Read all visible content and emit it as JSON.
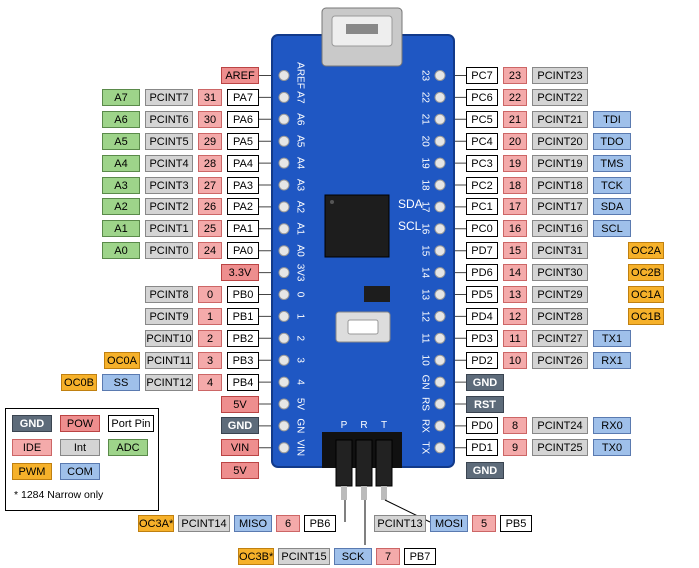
{
  "colors": {
    "pin": "#ffffff",
    "num": "#f4aaaa",
    "int": "#d4d4d4",
    "adc": "#9ed48a",
    "com": "#9fc0ea",
    "pwm": "#f6b12a",
    "pow": "#ee8e8e",
    "gnd": "#5d6b7a",
    "board": "#1f57c3"
  },
  "left_rows": [
    {
      "key": "aref",
      "cells": [
        {
          "t": "AREF",
          "c": "pow"
        }
      ]
    },
    {
      "key": "pa7",
      "cells": [
        {
          "t": "A7",
          "c": "adc"
        },
        {
          "t": "PCINT7",
          "c": "int"
        },
        {
          "t": "31",
          "c": "num"
        },
        {
          "t": "PA7",
          "c": "pin"
        }
      ]
    },
    {
      "key": "pa6",
      "cells": [
        {
          "t": "A6",
          "c": "adc"
        },
        {
          "t": "PCINT6",
          "c": "int"
        },
        {
          "t": "30",
          "c": "num"
        },
        {
          "t": "PA6",
          "c": "pin"
        }
      ]
    },
    {
      "key": "pa5",
      "cells": [
        {
          "t": "A5",
          "c": "adc"
        },
        {
          "t": "PCINT5",
          "c": "int"
        },
        {
          "t": "29",
          "c": "num"
        },
        {
          "t": "PA5",
          "c": "pin"
        }
      ]
    },
    {
      "key": "pa4",
      "cells": [
        {
          "t": "A4",
          "c": "adc"
        },
        {
          "t": "PCINT4",
          "c": "int"
        },
        {
          "t": "28",
          "c": "num"
        },
        {
          "t": "PA4",
          "c": "pin"
        }
      ]
    },
    {
      "key": "pa3",
      "cells": [
        {
          "t": "A3",
          "c": "adc"
        },
        {
          "t": "PCINT3",
          "c": "int"
        },
        {
          "t": "27",
          "c": "num"
        },
        {
          "t": "PA3",
          "c": "pin"
        }
      ]
    },
    {
      "key": "pa2",
      "cells": [
        {
          "t": "A2",
          "c": "adc"
        },
        {
          "t": "PCINT2",
          "c": "int"
        },
        {
          "t": "26",
          "c": "num"
        },
        {
          "t": "PA2",
          "c": "pin"
        }
      ]
    },
    {
      "key": "pa1",
      "cells": [
        {
          "t": "A1",
          "c": "adc"
        },
        {
          "t": "PCINT1",
          "c": "int"
        },
        {
          "t": "25",
          "c": "num"
        },
        {
          "t": "PA1",
          "c": "pin"
        }
      ]
    },
    {
      "key": "pa0",
      "cells": [
        {
          "t": "A0",
          "c": "adc"
        },
        {
          "t": "PCINT0",
          "c": "int"
        },
        {
          "t": "24",
          "c": "num"
        },
        {
          "t": "PA0",
          "c": "pin"
        }
      ]
    },
    {
      "key": "3v3",
      "cells": [
        {
          "t": "3.3V",
          "c": "pow"
        }
      ]
    },
    {
      "key": "pb0",
      "cells": [
        {
          "t": "PCINT8",
          "c": "int"
        },
        {
          "t": "0",
          "c": "num"
        },
        {
          "t": "PB0",
          "c": "pin"
        }
      ]
    },
    {
      "key": "pb1",
      "cells": [
        {
          "t": "PCINT9",
          "c": "int"
        },
        {
          "t": "1",
          "c": "num"
        },
        {
          "t": "PB1",
          "c": "pin"
        }
      ]
    },
    {
      "key": "pb2",
      "cells": [
        {
          "t": "PCINT10",
          "c": "int"
        },
        {
          "t": "2",
          "c": "num"
        },
        {
          "t": "PB2",
          "c": "pin"
        }
      ]
    },
    {
      "key": "pb3",
      "cells": [
        {
          "t": "OC0A",
          "c": "pwm"
        },
        {
          "t": "PCINT11",
          "c": "int"
        },
        {
          "t": "3",
          "c": "num"
        },
        {
          "t": "PB3",
          "c": "pin"
        }
      ]
    },
    {
      "key": "pb4",
      "cells": [
        {
          "t": "OC0B",
          "c": "pwm"
        },
        {
          "t": "SS",
          "c": "com"
        },
        {
          "t": "PCINT12",
          "c": "int"
        },
        {
          "t": "4",
          "c": "num"
        },
        {
          "t": "PB4",
          "c": "pin"
        }
      ]
    },
    {
      "key": "5v",
      "cells": [
        {
          "t": "5V",
          "c": "pow"
        }
      ]
    },
    {
      "key": "gnd",
      "cells": [
        {
          "t": "GND",
          "c": "gnd"
        }
      ]
    },
    {
      "key": "vin",
      "cells": [
        {
          "t": "VIN",
          "c": "pow"
        }
      ]
    }
  ],
  "right_rows": [
    {
      "key": "pc7",
      "cells": [
        {
          "t": "PC7",
          "c": "pin"
        },
        {
          "t": "23",
          "c": "num"
        },
        {
          "t": "PCINT23",
          "c": "int"
        }
      ]
    },
    {
      "key": "pc6",
      "cells": [
        {
          "t": "PC6",
          "c": "pin"
        },
        {
          "t": "22",
          "c": "num"
        },
        {
          "t": "PCINT22",
          "c": "int"
        }
      ]
    },
    {
      "key": "pc5",
      "cells": [
        {
          "t": "PC5",
          "c": "pin"
        },
        {
          "t": "21",
          "c": "num"
        },
        {
          "t": "PCINT21",
          "c": "int"
        },
        {
          "t": "TDI",
          "c": "com"
        }
      ]
    },
    {
      "key": "pc4",
      "cells": [
        {
          "t": "PC4",
          "c": "pin"
        },
        {
          "t": "20",
          "c": "num"
        },
        {
          "t": "PCINT20",
          "c": "int"
        },
        {
          "t": "TDO",
          "c": "com"
        }
      ]
    },
    {
      "key": "pc3",
      "cells": [
        {
          "t": "PC3",
          "c": "pin"
        },
        {
          "t": "19",
          "c": "num"
        },
        {
          "t": "PCINT19",
          "c": "int"
        },
        {
          "t": "TMS",
          "c": "com"
        }
      ]
    },
    {
      "key": "pc2",
      "cells": [
        {
          "t": "PC2",
          "c": "pin"
        },
        {
          "t": "18",
          "c": "num"
        },
        {
          "t": "PCINT18",
          "c": "int"
        },
        {
          "t": "TCK",
          "c": "com"
        }
      ]
    },
    {
      "key": "pc1",
      "cells": [
        {
          "t": "PC1",
          "c": "pin"
        },
        {
          "t": "17",
          "c": "num"
        },
        {
          "t": "PCINT17",
          "c": "int"
        },
        {
          "t": "SDA",
          "c": "com"
        }
      ]
    },
    {
      "key": "pc0",
      "cells": [
        {
          "t": "PC0",
          "c": "pin"
        },
        {
          "t": "16",
          "c": "num"
        },
        {
          "t": "PCINT16",
          "c": "int"
        },
        {
          "t": "SCL",
          "c": "com"
        }
      ]
    },
    {
      "key": "pd7",
      "cells": [
        {
          "t": "PD7",
          "c": "pin"
        },
        {
          "t": "15",
          "c": "num"
        },
        {
          "t": "PCINT31",
          "c": "int"
        },
        {
          "t": "",
          "c": "blank"
        },
        {
          "t": "OC2A",
          "c": "pwm"
        }
      ]
    },
    {
      "key": "pd6",
      "cells": [
        {
          "t": "PD6",
          "c": "pin"
        },
        {
          "t": "14",
          "c": "num"
        },
        {
          "t": "PCINT30",
          "c": "int"
        },
        {
          "t": "",
          "c": "blank"
        },
        {
          "t": "OC2B",
          "c": "pwm"
        }
      ]
    },
    {
      "key": "pd5",
      "cells": [
        {
          "t": "PD5",
          "c": "pin"
        },
        {
          "t": "13",
          "c": "num"
        },
        {
          "t": "PCINT29",
          "c": "int"
        },
        {
          "t": "",
          "c": "blank"
        },
        {
          "t": "OC1A",
          "c": "pwm"
        }
      ]
    },
    {
      "key": "pd4",
      "cells": [
        {
          "t": "PD4",
          "c": "pin"
        },
        {
          "t": "12",
          "c": "num"
        },
        {
          "t": "PCINT28",
          "c": "int"
        },
        {
          "t": "",
          "c": "blank"
        },
        {
          "t": "OC1B",
          "c": "pwm"
        }
      ]
    },
    {
      "key": "pd3",
      "cells": [
        {
          "t": "PD3",
          "c": "pin"
        },
        {
          "t": "11",
          "c": "num"
        },
        {
          "t": "PCINT27",
          "c": "int"
        },
        {
          "t": "TX1",
          "c": "com"
        }
      ]
    },
    {
      "key": "pd2",
      "cells": [
        {
          "t": "PD2",
          "c": "pin"
        },
        {
          "t": "10",
          "c": "num"
        },
        {
          "t": "PCINT26",
          "c": "int"
        },
        {
          "t": "RX1",
          "c": "com"
        }
      ]
    },
    {
      "key": "gnd",
      "cells": [
        {
          "t": "GND",
          "c": "gnd"
        }
      ]
    },
    {
      "key": "rst",
      "cells": [
        {
          "t": "RST",
          "c": "gnd"
        }
      ]
    },
    {
      "key": "pd0",
      "cells": [
        {
          "t": "PD0",
          "c": "pin"
        },
        {
          "t": "8",
          "c": "num"
        },
        {
          "t": "PCINT24",
          "c": "int"
        },
        {
          "t": "RX0",
          "c": "com"
        }
      ]
    },
    {
      "key": "pd1",
      "cells": [
        {
          "t": "PD1",
          "c": "pin"
        },
        {
          "t": "9",
          "c": "num"
        },
        {
          "t": "PCINT25",
          "c": "int"
        },
        {
          "t": "TX0",
          "c": "com"
        }
      ]
    }
  ],
  "bottom": {
    "left_5v": [
      {
        "t": "5V",
        "c": "pow"
      }
    ],
    "right_gnd": [
      {
        "t": "GND",
        "c": "gnd"
      }
    ],
    "row1_left": [
      {
        "t": "OC3A*",
        "c": "pwm"
      },
      {
        "t": "PCINT14",
        "c": "int"
      },
      {
        "t": "MISO",
        "c": "com"
      },
      {
        "t": "6",
        "c": "num"
      },
      {
        "t": "PB6",
        "c": "pin"
      }
    ],
    "row1_right": [
      {
        "t": "PCINT13",
        "c": "int"
      },
      {
        "t": "MOSI",
        "c": "com"
      },
      {
        "t": "5",
        "c": "num"
      },
      {
        "t": "PB5",
        "c": "pin"
      }
    ],
    "row2": [
      {
        "t": "OC3B*",
        "c": "pwm"
      },
      {
        "t": "PCINT15",
        "c": "int"
      },
      {
        "t": "SCK",
        "c": "com"
      },
      {
        "t": "7",
        "c": "num"
      },
      {
        "t": "PB7",
        "c": "pin"
      }
    ]
  },
  "legend": {
    "items": [
      {
        "t": "GND",
        "c": "gnd"
      },
      {
        "t": "POW",
        "c": "pow"
      },
      {
        "t": "Port Pin",
        "c": "pin"
      },
      {
        "t": "IDE",
        "c": "num"
      },
      {
        "t": "Int",
        "c": "int"
      },
      {
        "t": "ADC",
        "c": "adc"
      },
      {
        "t": "PWM",
        "c": "pwm"
      },
      {
        "t": "COM",
        "c": "com"
      }
    ],
    "note": "* 1284 Narrow only"
  },
  "silk": {
    "left": [
      "AREF",
      "A7",
      "A6",
      "A5",
      "A4",
      "A3",
      "A2",
      "A1",
      "A0",
      "3V3",
      "0",
      "1",
      "2",
      "3",
      "4",
      "5V",
      "GN",
      "VIN"
    ],
    "right": [
      "23",
      "22",
      "21",
      "20",
      "19",
      "18",
      "17",
      "16",
      "15",
      "14",
      "13",
      "12",
      "11",
      "10",
      "GN",
      "RS",
      "RX",
      "TX"
    ],
    "sda": "SDA",
    "scl": "SCL",
    "icsp": [
      "P",
      "R",
      "T"
    ]
  }
}
